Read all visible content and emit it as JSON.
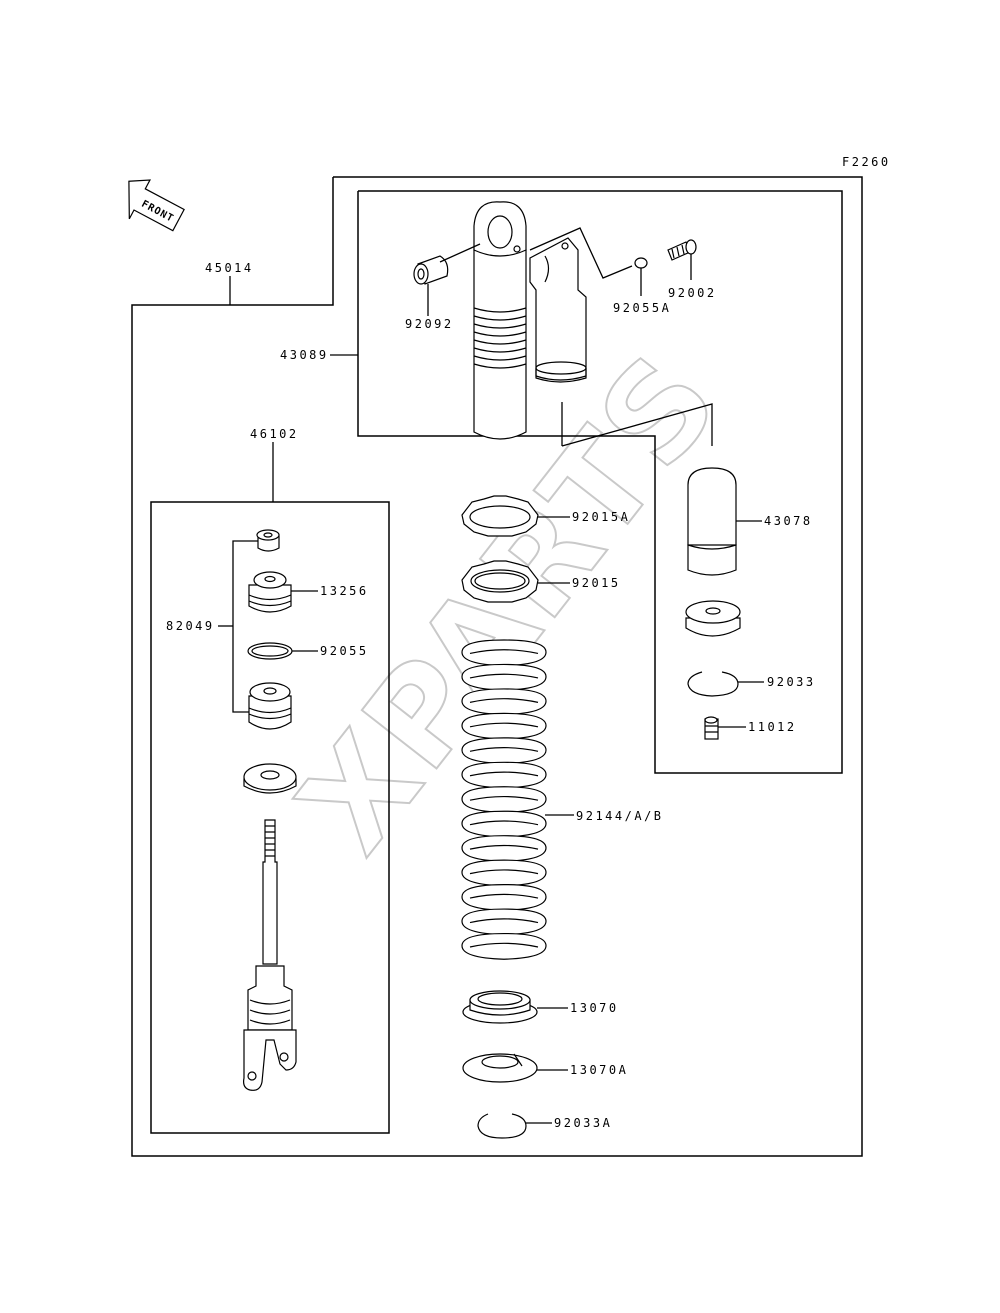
{
  "figure_code": "F2260",
  "front_label": "FRONT",
  "watermark": "XPARTS",
  "labels": {
    "p45014": "45014",
    "p43089": "43089",
    "p92092": "92092",
    "p92055A": "92055A",
    "p92002": "92002",
    "p46102": "46102",
    "p13256": "13256",
    "p82049": "82049",
    "p92055": "92055",
    "p92015A": "92015A",
    "p92015": "92015",
    "p43078": "43078",
    "p92033": "92033",
    "p11012": "11012",
    "p92144": "92144/A/B",
    "p13070": "13070",
    "p13070A": "13070A",
    "p92033A": "92033A"
  }
}
